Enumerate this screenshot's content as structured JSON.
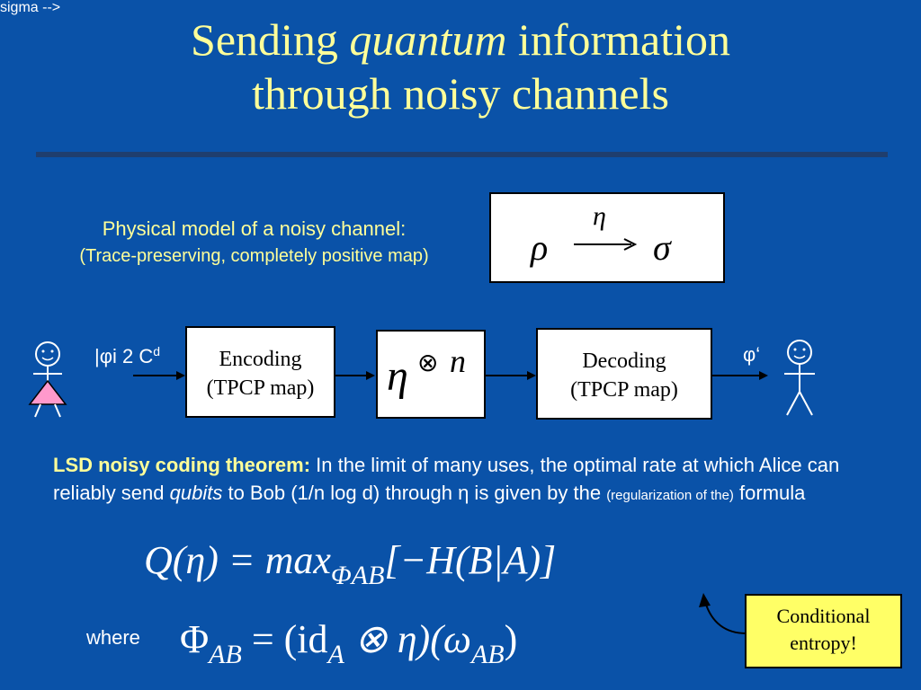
{
  "title": {
    "line1_pre": "Sending ",
    "line1_italic": "quantum",
    "line1_post": " information",
    "line2": "through noisy channels"
  },
  "physical_model": {
    "line1": "Physical model of a noisy channel:",
    "line2": "(Trace-preserving, completely positive map)"
  },
  "channel_map": {
    "input": "ρ",
    "arrow_label": "η",
    "output": "σ"
  },
  "alice_input": {
    "state": "|φi 2 C",
    "superscript": "d"
  },
  "encoding_box": {
    "line1": "Encoding",
    "line2": "(TPCP map)"
  },
  "tensor_box": {
    "base": "η",
    "operator": "⊗",
    "power": "n"
  },
  "decoding_box": {
    "line1": "Decoding",
    "line2": "(TPCP map)"
  },
  "bob_output": {
    "state": "φ‘"
  },
  "theorem": {
    "heading": "LSD noisy coding theorem:",
    "text1": " In the limit of many uses, the optimal rate at which Alice can reliably send ",
    "qubits": "qubits",
    "text2": " to Bob (1/n log d) through η is given by the ",
    "small": "(regularization of the)",
    "text3": " formula"
  },
  "formula_q": {
    "lhs": "Q(η) = max",
    "sub": "ΦAB",
    "rhs": "[−H(B|A)]"
  },
  "where_label": "where",
  "formula_phi": {
    "lhs": "Φ",
    "lhs_sub": "AB",
    "eq": " = (id",
    "id_sub": "A",
    "mid": " ⊗ η)(ω",
    "omega_sub": "AB",
    "end": ")"
  },
  "callout": {
    "line1": "Conditional",
    "line2": "entropy!"
  },
  "colors": {
    "background": "#0a52a8",
    "title": "#ffff99",
    "callout_fill": "#ffff66",
    "alice_dress": "#ff99cc"
  }
}
